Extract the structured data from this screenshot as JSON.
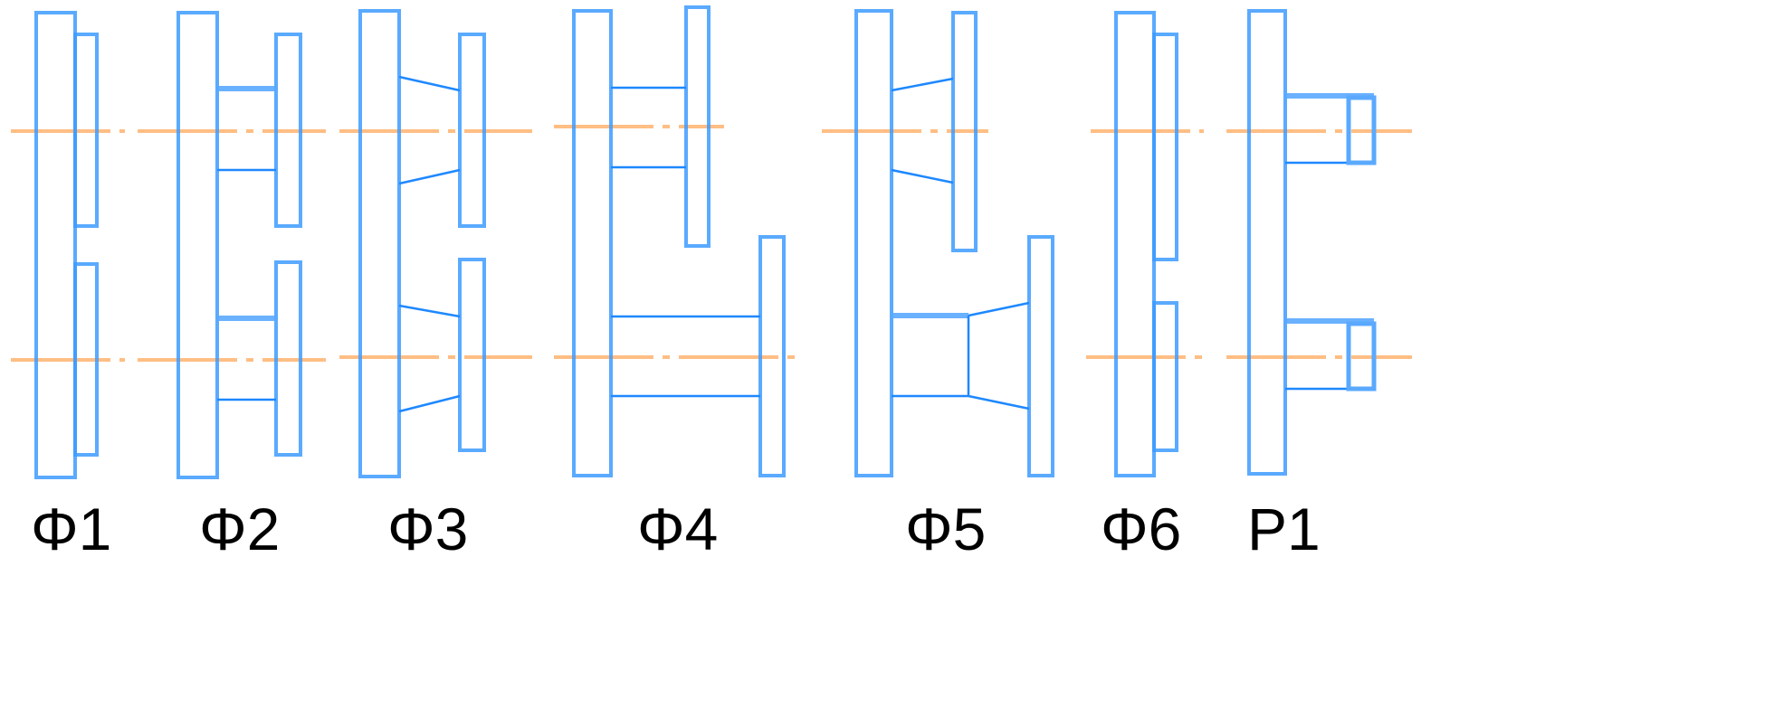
{
  "labels": {
    "phi1": "Φ1",
    "phi2": "Φ2",
    "phi3": "Φ3",
    "phi4": "Φ4",
    "phi5": "Φ5",
    "phi6": "Φ6",
    "p1": "P1"
  },
  "colors": {
    "structure": "#3d9bff",
    "axis": "#ffb877"
  }
}
